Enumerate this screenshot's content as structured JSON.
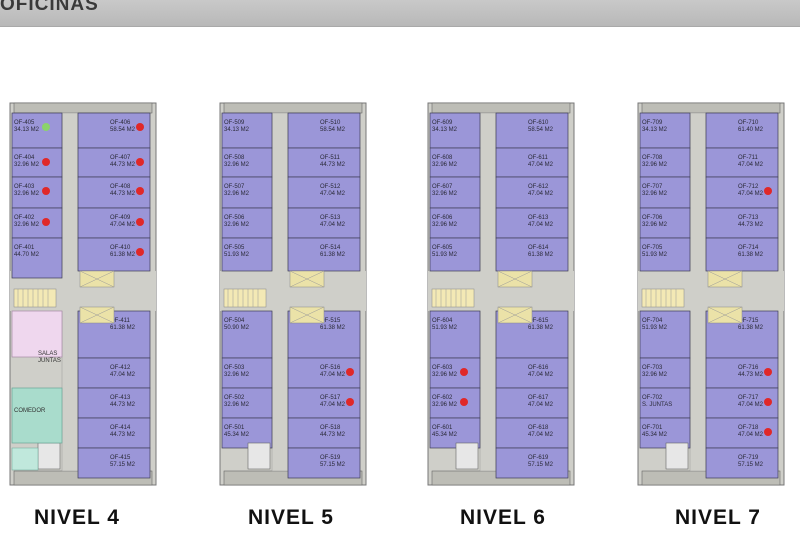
{
  "header": {
    "title": "OFICINAS"
  },
  "colors": {
    "office": "#9b96d8",
    "office_stroke": "#3d3d55",
    "corridor": "#cfcfc9",
    "stair": "#f3e9b5",
    "stair_box": "#ebe2a8",
    "sold": "#e02828",
    "available": "#8bd36b",
    "meeting": "#efd7ee",
    "dining": "#a9dccc",
    "toilet": "#c0e8dc"
  },
  "levels": [
    {
      "label": "NIVEL 4",
      "left": [
        {
          "id": "OF-405",
          "area": "34.13 M2",
          "dot": "available"
        },
        {
          "id": "OF-404",
          "area": "32.96 M2",
          "dot": "sold"
        },
        {
          "id": "OF-403",
          "area": "32.96 M2",
          "dot": "sold"
        },
        {
          "id": "OF-402",
          "area": "32.96 M2",
          "dot": "sold"
        },
        {
          "id": "OF-401",
          "area": "44.70 M2"
        }
      ],
      "right": [
        {
          "id": "OF-406",
          "area": "58.54 M2",
          "dot": "sold"
        },
        {
          "id": "OF-407",
          "area": "44.73 M2",
          "dot": "sold"
        },
        {
          "id": "OF-408",
          "area": "44.73 M2",
          "dot": "sold"
        },
        {
          "id": "OF-409",
          "area": "47.04 M2",
          "dot": "sold"
        },
        {
          "id": "OF-410",
          "area": "61.38 M2",
          "dot": "sold"
        },
        {
          "id": "OF-411",
          "area": "61.38 M2"
        },
        {
          "id": "OF-412",
          "area": "47.04 M2"
        },
        {
          "id": "OF-413",
          "area": "44.73 M2"
        },
        {
          "id": "OF-414",
          "area": "44.73 M2"
        },
        {
          "id": "OF-415",
          "area": "57.15 M2"
        }
      ],
      "rooms": {
        "meeting": "SALAS JUNTAS",
        "dining": "COMEDOR"
      }
    },
    {
      "label": "NIVEL 5",
      "left": [
        {
          "id": "OF-509",
          "area": "34.13 M2"
        },
        {
          "id": "OF-508",
          "area": "32.96 M2"
        },
        {
          "id": "OF-507",
          "area": "32.96 M2"
        },
        {
          "id": "OF-506",
          "area": "32.96 M2"
        },
        {
          "id": "OF-505",
          "area": "51.93 M2"
        },
        {
          "id": "OF-504",
          "area": "50.90 M2"
        },
        {
          "id": "OF-503",
          "area": "32.96 M2"
        },
        {
          "id": "OF-502",
          "area": "32.96 M2"
        },
        {
          "id": "OF-501",
          "area": "45.34 M2"
        }
      ],
      "right": [
        {
          "id": "OF-510",
          "area": "58.54 M2"
        },
        {
          "id": "OF-511",
          "area": "44.73 M2"
        },
        {
          "id": "OF-512",
          "area": "47.04 M2"
        },
        {
          "id": "OF-513",
          "area": "47.04 M2"
        },
        {
          "id": "OF-514",
          "area": "61.38 M2"
        },
        {
          "id": "OF-515",
          "area": "61.38 M2"
        },
        {
          "id": "OF-516",
          "area": "47.04 M2",
          "dot": "sold"
        },
        {
          "id": "OF-517",
          "area": "47.04 M2",
          "dot": "sold"
        },
        {
          "id": "OF-518",
          "area": "44.73 M2"
        },
        {
          "id": "OF-519",
          "area": "57.15 M2"
        }
      ]
    },
    {
      "label": "NIVEL 6",
      "left": [
        {
          "id": "OF-609",
          "area": "34.13 M2"
        },
        {
          "id": "OF-608",
          "area": "32.96 M2"
        },
        {
          "id": "OF-607",
          "area": "32.96 M2"
        },
        {
          "id": "OF-606",
          "area": "32.96 M2"
        },
        {
          "id": "OF-605",
          "area": "51.93 M2"
        },
        {
          "id": "OF-604",
          "area": "51.93 M2"
        },
        {
          "id": "OF-603",
          "area": "32.96 M2",
          "dot": "sold"
        },
        {
          "id": "OF-602",
          "area": "32.96 M2",
          "dot": "sold"
        },
        {
          "id": "OF-601",
          "area": "45.34 M2"
        }
      ],
      "right": [
        {
          "id": "OF-610",
          "area": "58.54 M2"
        },
        {
          "id": "OF-611",
          "area": "47.04 M2"
        },
        {
          "id": "OF-612",
          "area": "47.04 M2"
        },
        {
          "id": "OF-613",
          "area": "47.04 M2"
        },
        {
          "id": "OF-614",
          "area": "61.38 M2"
        },
        {
          "id": "OF-615",
          "area": "61.38 M2"
        },
        {
          "id": "OF-616",
          "area": "47.04 M2"
        },
        {
          "id": "OF-617",
          "area": "47.04 M2"
        },
        {
          "id": "OF-618",
          "area": "47.04 M2"
        },
        {
          "id": "OF-619",
          "area": "57.15 M2"
        }
      ]
    },
    {
      "label": "NIVEL 7",
      "left": [
        {
          "id": "OF-709",
          "area": "34.13 M2"
        },
        {
          "id": "OF-708",
          "area": "32.96 M2"
        },
        {
          "id": "OF-707",
          "area": "32.96 M2"
        },
        {
          "id": "OF-706",
          "area": "32.96 M2"
        },
        {
          "id": "OF-705",
          "area": "51.93 M2"
        },
        {
          "id": "OF-704",
          "area": "51.93 M2"
        },
        {
          "id": "OF-703",
          "area": "32.96 M2"
        },
        {
          "id": "OF-702",
          "area": "S. JUNTAS"
        },
        {
          "id": "OF-701",
          "area": "45.34 M2"
        }
      ],
      "right": [
        {
          "id": "OF-710",
          "area": "61.40 M2"
        },
        {
          "id": "OF-711",
          "area": "47.04 M2"
        },
        {
          "id": "OF-712",
          "area": "47.04 M2",
          "dot": "sold"
        },
        {
          "id": "OF-713",
          "area": "44.73 M2"
        },
        {
          "id": "OF-714",
          "area": "61.38 M2"
        },
        {
          "id": "OF-715",
          "area": "61.38 M2"
        },
        {
          "id": "OF-716",
          "area": "44.73 M2",
          "dot": "sold"
        },
        {
          "id": "OF-717",
          "area": "47.04 M2",
          "dot": "sold"
        },
        {
          "id": "OF-718",
          "area": "47.04 M2",
          "dot": "sold"
        },
        {
          "id": "OF-719",
          "area": "57.15 M2"
        }
      ]
    }
  ]
}
